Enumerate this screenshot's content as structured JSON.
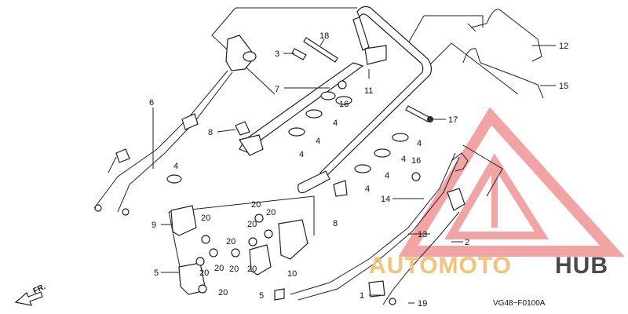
{
  "figure": {
    "code": "VG48−F0100A",
    "direction_label": "FR."
  },
  "callouts": [
    {
      "id": "c18",
      "label": "18"
    },
    {
      "id": "c3",
      "label": "3"
    },
    {
      "id": "c7",
      "label": "7"
    },
    {
      "id": "c11",
      "label": "11"
    },
    {
      "id": "c16a",
      "label": "16"
    },
    {
      "id": "c12",
      "label": "12"
    },
    {
      "id": "c15",
      "label": "15"
    },
    {
      "id": "c6",
      "label": "6"
    },
    {
      "id": "c8a",
      "label": "8"
    },
    {
      "id": "c4a",
      "label": "4"
    },
    {
      "id": "c4b",
      "label": "4"
    },
    {
      "id": "c4c",
      "label": "4"
    },
    {
      "id": "c4d",
      "label": "4"
    },
    {
      "id": "c4e",
      "label": "4"
    },
    {
      "id": "c4f",
      "label": "4"
    },
    {
      "id": "c4g",
      "label": "4"
    },
    {
      "id": "c4h",
      "label": "4"
    },
    {
      "id": "c17",
      "label": "17"
    },
    {
      "id": "c16b",
      "label": "16"
    },
    {
      "id": "c14",
      "label": "14"
    },
    {
      "id": "c8b",
      "label": "8"
    },
    {
      "id": "c9",
      "label": "9"
    },
    {
      "id": "c20a",
      "label": "20"
    },
    {
      "id": "c20b",
      "label": "20"
    },
    {
      "id": "c20c",
      "label": "20"
    },
    {
      "id": "c20d",
      "label": "20"
    },
    {
      "id": "c20e",
      "label": "20"
    },
    {
      "id": "c20f",
      "label": "20"
    },
    {
      "id": "c20g",
      "label": "20"
    },
    {
      "id": "c20h",
      "label": "20"
    },
    {
      "id": "c20i",
      "label": "20"
    },
    {
      "id": "c20j",
      "label": "20"
    },
    {
      "id": "c13",
      "label": "13"
    },
    {
      "id": "c2",
      "label": "2"
    },
    {
      "id": "c5a",
      "label": "5"
    },
    {
      "id": "c5b",
      "label": "5"
    },
    {
      "id": "c10",
      "label": "10"
    },
    {
      "id": "c1",
      "label": "1"
    },
    {
      "id": "c19",
      "label": "19"
    }
  ],
  "watermark": {
    "word_1": "AUTOMOTO",
    "word_2": "HUB",
    "color_1": "#f5c27a",
    "color_2": "#4a4a4a",
    "triangle_color": "#e85a5a"
  },
  "colors": {
    "line": "#222222",
    "background": "#ffffff"
  }
}
